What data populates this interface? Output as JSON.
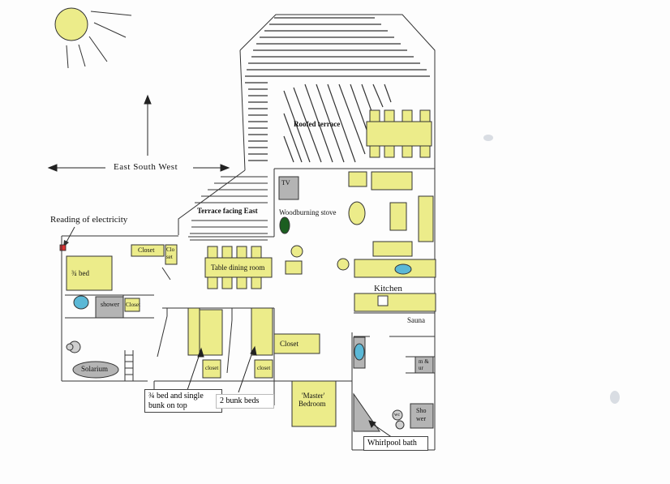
{
  "labels": {
    "compass": "East South West",
    "electricity": "Reading of electricity",
    "roofed_terrace": "Roofed terrace",
    "terrace_east": "Terrace facing East",
    "tv": "TV",
    "stove": "Woodburning stove",
    "closet_top": "Closet",
    "closet_small_1": "Clo",
    "closet_small_2": "set",
    "bed34": "¾ bed",
    "table_dining": "Table dining room",
    "kitchen": "Kitchen",
    "shower_left": "shower",
    "closet_left": "Closet",
    "sauna": "Sauna",
    "closet_mid": "Closet",
    "solarium": "Solarium",
    "closet_a": "closet",
    "closet_b": "closet",
    "wc_1": "m &",
    "wc_2": "ur",
    "master_1": "'Master'",
    "master_2": "Bedroom",
    "shower_r1": "Sho",
    "shower_r2": "wer",
    "wc_small": "wc"
  },
  "callouts": {
    "bunk_line1": "¾ bed and single",
    "bunk_line2": "bunk on top",
    "two_bunk": "2 bunk beds",
    "whirlpool": "Whirlpool bath"
  },
  "colors": {
    "furniture": "#ecec8a",
    "grey": "#b4b4b4",
    "water": "#5bb8d6",
    "sun": "#ecec8a",
    "marker": "#dd3333",
    "stove": "#1b5e20"
  }
}
